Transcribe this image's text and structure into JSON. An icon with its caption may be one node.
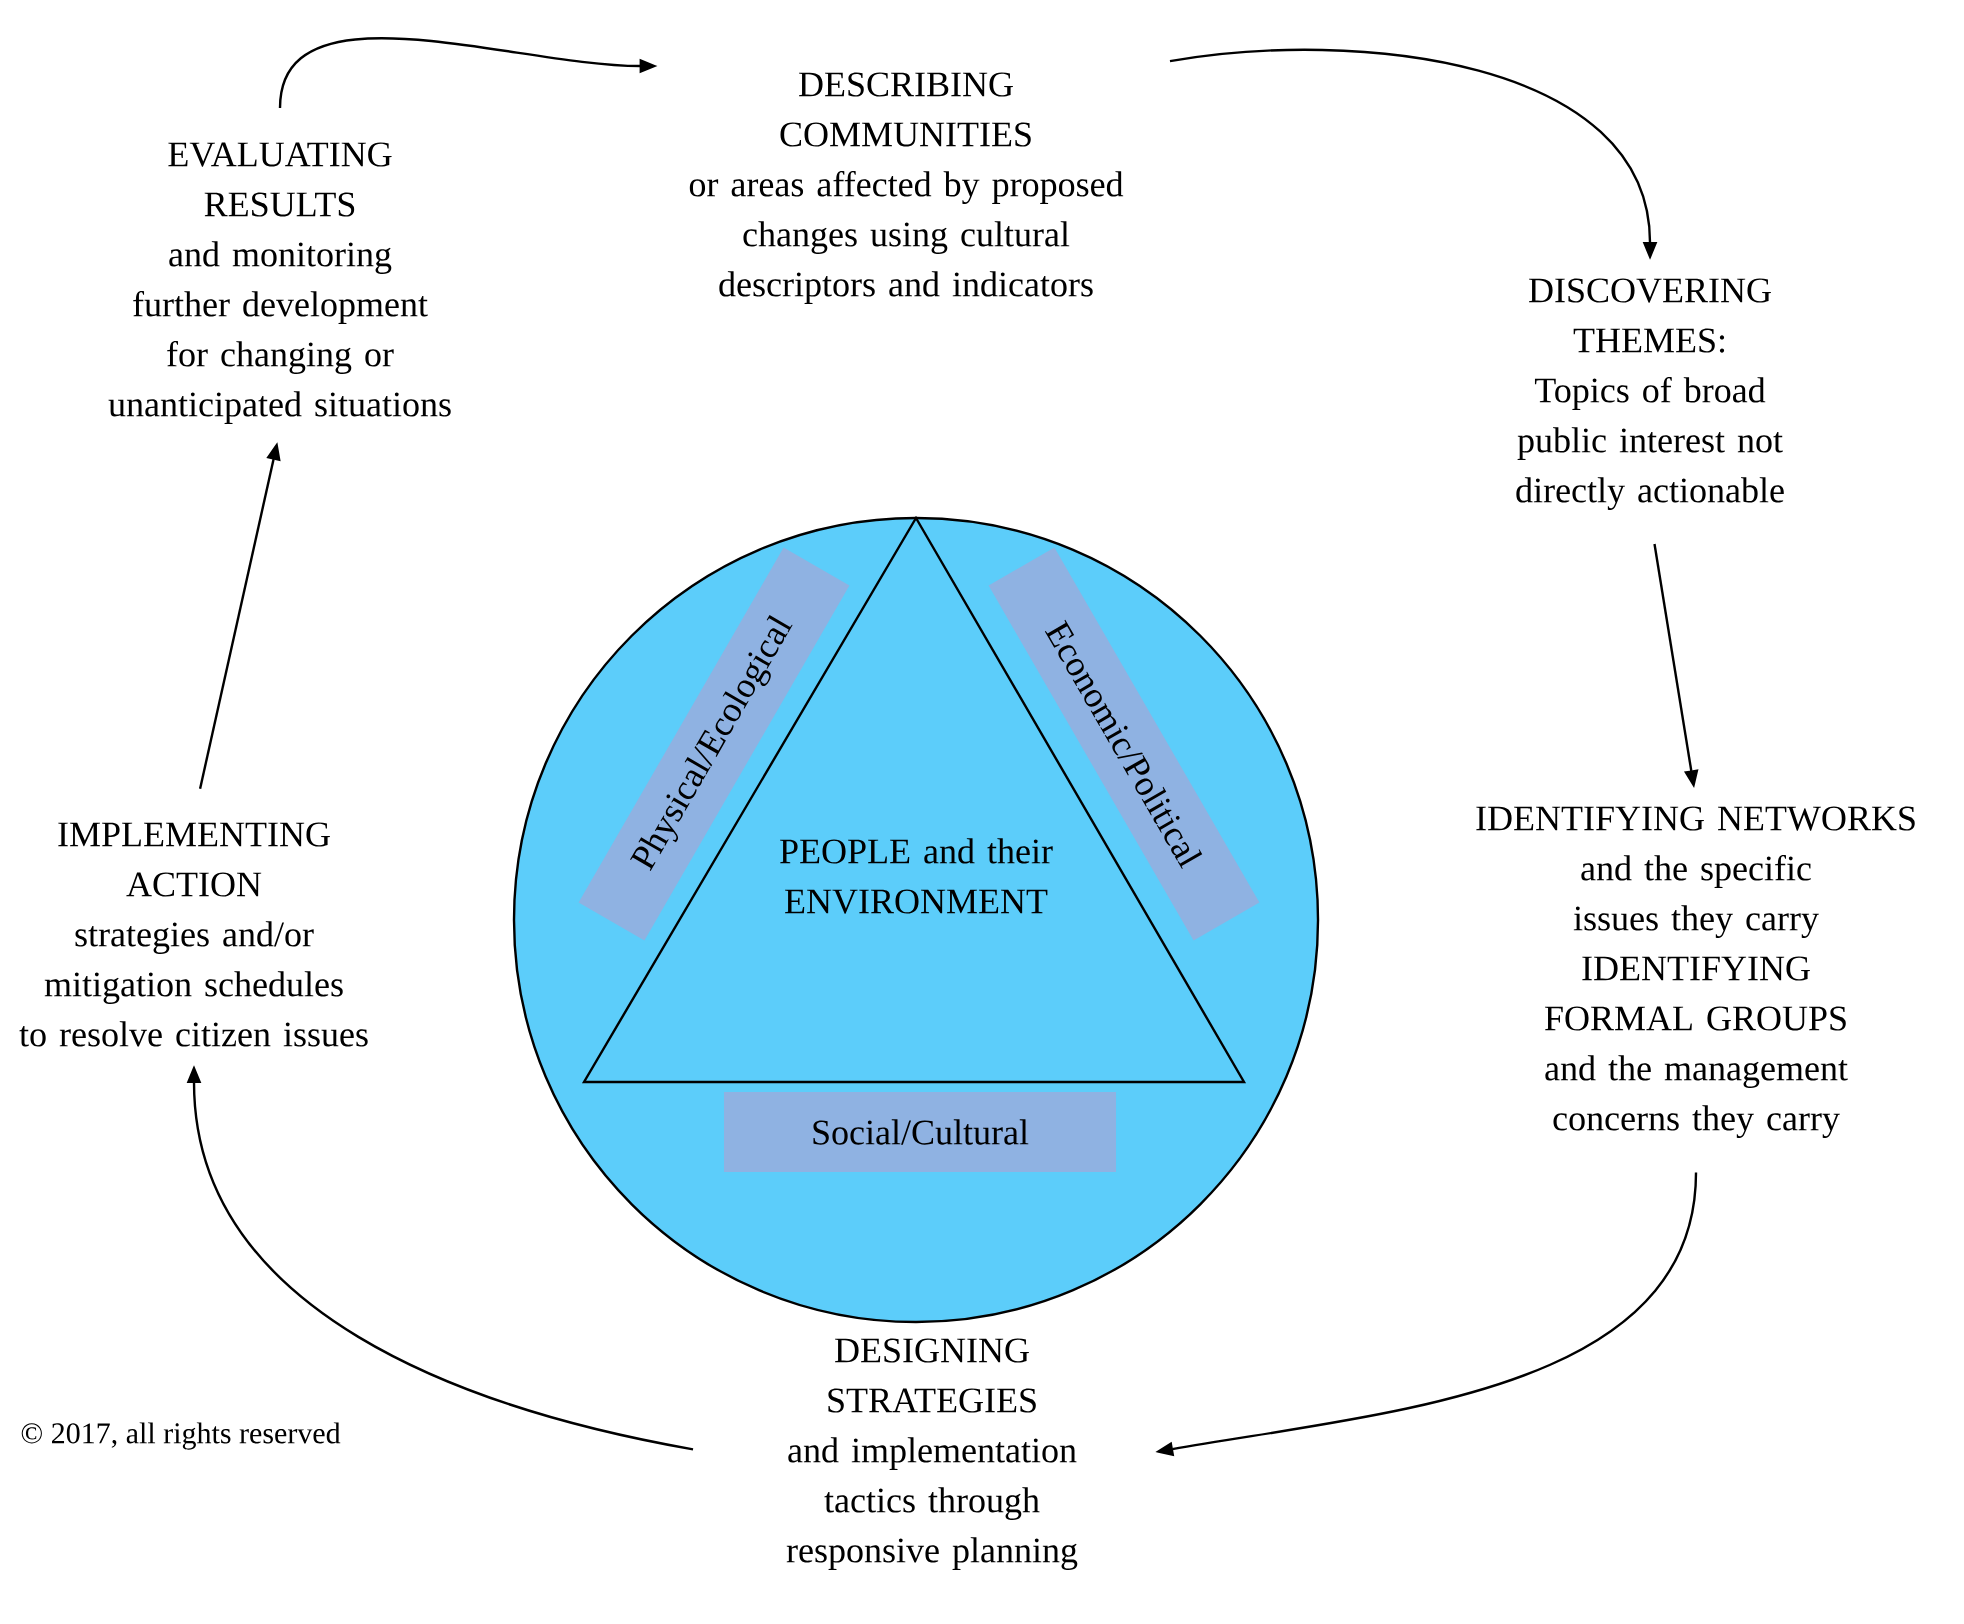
{
  "diagram": {
    "nodes": [
      {
        "text": [
          "EVALUATING RESULTS",
          "and monitoring further development for changing or unanticipated situations"
        ]
      },
      {
        "text": [
          "DESCRIBING COMMUNITIES",
          "or areas affected by proposed changes using cultural descriptors and indicators"
        ]
      },
      {
        "text": [
          "DISCOVERING THEMES:",
          "Topics of broad public interest not directly actionable"
        ]
      },
      {
        "text": [
          "IDENTIFYING NETWORKS",
          "and the specific issues they carry",
          "IDENTIFYING FORMAL GROUPS",
          "and the management concerns they carry"
        ]
      },
      {
        "text": [
          "DESIGNING STRATEGIES",
          "and implementation tactics through responsive planning"
        ]
      },
      {
        "text": [
          "IMPLEMENTING ACTION",
          "strategies and/or mitigation schedules to resolve citizen issues"
        ]
      },
      {
        "text": [],
        "shape": "circle"
      },
      {
        "text": [
          "PEOPLE and their ENVIRONMENT"
        ],
        "in": 6
      },
      {
        "text": [
          "Physical/Ecological"
        ],
        "in": 6
      },
      {
        "text": [
          "Economic/Political"
        ],
        "in": 6
      },
      {
        "text": [
          "Social/Cultural"
        ],
        "in": 6
      }
    ],
    "edges": [
      {
        "from": 0,
        "to": 1,
        "arrow": "to"
      },
      {
        "from": 1,
        "to": 2,
        "arrow": "to"
      },
      {
        "from": 2,
        "to": 3,
        "arrow": "to"
      },
      {
        "from": 3,
        "to": 4,
        "arrow": "to"
      },
      {
        "from": 4,
        "to": 5,
        "arrow": "to"
      },
      {
        "from": 5,
        "to": 0,
        "arrow": "to"
      }
    ],
    "labels": [
      "© 2017, all rights reserved"
    ]
  }
}
